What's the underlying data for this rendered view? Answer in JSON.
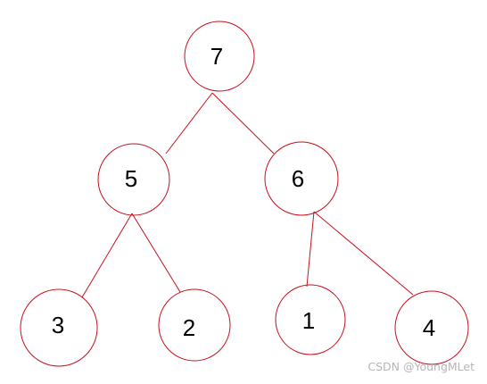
{
  "tree": {
    "colors": {
      "stroke": "#c8101c",
      "text": "#000000"
    },
    "nodes": [
      {
        "id": "root",
        "label": "7"
      },
      {
        "id": "left",
        "label": "5"
      },
      {
        "id": "right",
        "label": "6"
      },
      {
        "id": "left-left",
        "label": "3"
      },
      {
        "id": "left-right",
        "label": "2"
      },
      {
        "id": "right-left",
        "label": "1"
      },
      {
        "id": "right-right",
        "label": "4"
      }
    ],
    "edges": [
      {
        "from": "root",
        "to": "left"
      },
      {
        "from": "root",
        "to": "right"
      },
      {
        "from": "left",
        "to": "left-left"
      },
      {
        "from": "left",
        "to": "left-right"
      },
      {
        "from": "right",
        "to": "right-left"
      },
      {
        "from": "right",
        "to": "right-right"
      }
    ]
  },
  "watermark": "CSDN @YoungMLet"
}
